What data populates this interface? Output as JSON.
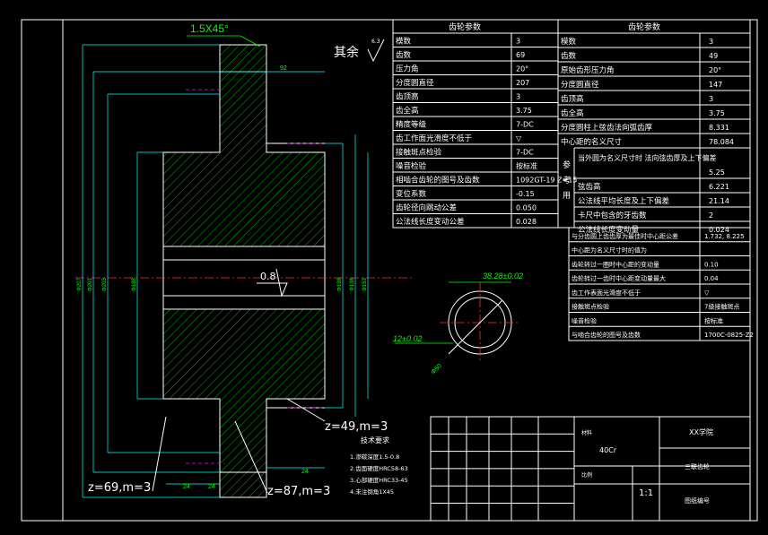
{
  "title_note": "其余",
  "roughness_main": "6.3",
  "chamfer": "1.5X45°",
  "dim_92": "92",
  "dim_24a": "24",
  "dim_24b": "24",
  "dim_24c": "24",
  "dim_08": "0.8",
  "z_big": "z=69,m=3",
  "z_mid": "z=87,m=3",
  "z_small": "z=49,m=3",
  "dia_labels_left": [
    "Φ207",
    "Φ201",
    "Φ203",
    "Φ188"
  ],
  "dia_labels_right": [
    "Φ138",
    "Φ138",
    "Φ153"
  ],
  "keyway_width": "38.28±0.02",
  "keyway_depth": "12±0.02",
  "keyway_dia": "Φ50",
  "tech_title": "技术要求",
  "tech_notes": [
    "1.渗碳深度1.5-0.8",
    "2.齿面硬度HRC58-63",
    "3.心部硬度HRC33-45",
    "4.未注倒角1X45"
  ],
  "table1": {
    "header": "齿轮参数",
    "rows": [
      [
        "模数",
        "3"
      ],
      [
        "齿数",
        "69"
      ],
      [
        "压力角",
        "20°"
      ],
      [
        "分度圆直径",
        "207"
      ],
      [
        "齿顶高",
        "3"
      ],
      [
        "齿全高",
        "3.75"
      ],
      [
        "精度等级",
        "7-DC"
      ],
      [
        "齿工作面光滑度不低于",
        "▽"
      ],
      [
        "接触斑点检验",
        "7-DC"
      ],
      [
        "噪音检验",
        "按标准"
      ],
      [
        "相啮合齿轮的图号及齿数",
        "1092GT-19 Z=15"
      ],
      [
        "变位系数",
        "-0.15"
      ],
      [
        "齿轮径向跳动公差",
        "0.050"
      ],
      [
        "公法线长度变动公差",
        "0.028"
      ]
    ]
  },
  "table2": {
    "header": "齿轮参数",
    "rows": [
      [
        "模数",
        "3"
      ],
      [
        "齿数",
        "49"
      ],
      [
        "原始齿形压力角",
        "20°"
      ],
      [
        "分度圆直径",
        "147"
      ],
      [
        "齿顶高",
        "3"
      ],
      [
        "齿全高",
        "3.75"
      ],
      [
        "分度圆柱上弦齿法向弧齿厚",
        "8.331"
      ],
      [
        "中心距的名义尺寸",
        "78.084"
      ],
      [
        "当外圆为名义尺寸时 法向弦齿厚及上下偏差",
        "5.25"
      ],
      [
        "弦齿高",
        "6.221"
      ],
      [
        "公法线平均长度及上下偏差",
        "21.14"
      ],
      [
        "卡尺中包含的牙齿数",
        "2"
      ],
      [
        "公法线长度变动量",
        "0.024"
      ]
    ],
    "side_label": [
      "参",
      "考",
      "用"
    ],
    "extra_rows": [
      [
        "与分齿圆上齿齿厚为最佳时中心距公差",
        "1.732, 8.225"
      ],
      [
        "中心距为名义尺寸时的值为",
        ""
      ],
      [
        "齿轮转过一圈时中心距的变动量",
        "0.10"
      ],
      [
        "齿轮转过一齿时中心距变动量最大",
        "0.04"
      ],
      [
        "齿工作表面光滑度不低于",
        "▽"
      ],
      [
        "接触斑点检验",
        "7级接触斑点"
      ],
      [
        "噪音检验",
        "按标准"
      ],
      [
        "与啮合齿轮的图号及齿数",
        "1700C-0825-Z2"
      ]
    ]
  },
  "title_block": {
    "material": "40Cr",
    "company": "XX学院",
    "part_name": "三联齿轮",
    "scale": "1:1",
    "drawing_no": "图纸编号",
    "label_ratio": "比例",
    "label_material": "材料"
  }
}
